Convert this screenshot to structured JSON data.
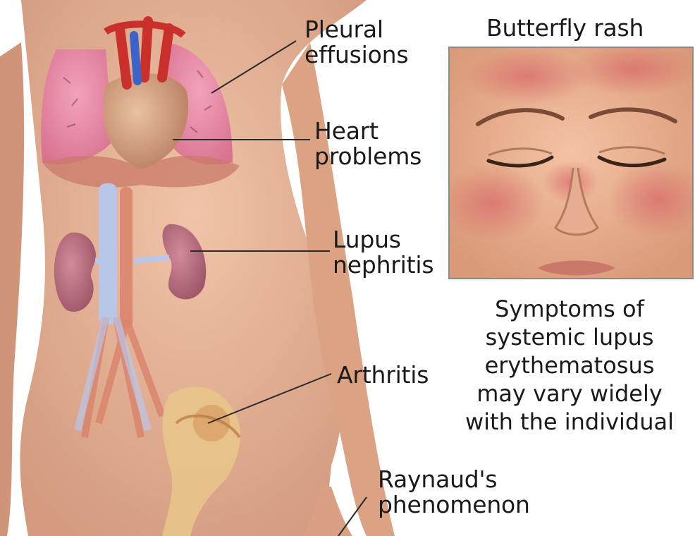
{
  "labels": {
    "pleural": "Pleural\neffusions",
    "heart": "Heart\nproblems",
    "nephritis": "Lupus\nnephritis",
    "arthritis": "Arthritis",
    "raynaud": "Raynaud's\nphenomenon",
    "butterfly": "Butterfly rash"
  },
  "caption": "Symptoms of\nsystemic lupus\nerythematosus\nmay vary widely\nwith the individual",
  "colors": {
    "skin": "#e8b597",
    "lung": "#e98aa6",
    "heart": "#c98a6e",
    "kidney": "#b86d7e",
    "vessel_blue": "#b9c6e8",
    "vessel_red": "#d9826a",
    "bone": "#e8c48a",
    "rash": "#d96a6a"
  },
  "icons": [
    "body-illustration",
    "face-illustration"
  ]
}
